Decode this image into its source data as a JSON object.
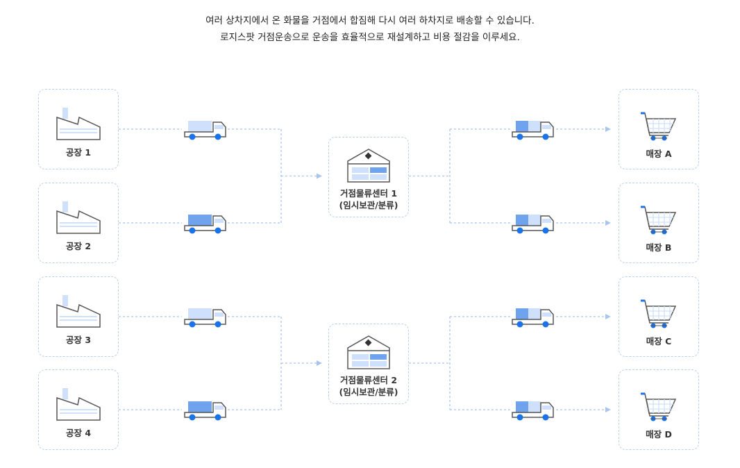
{
  "intro": {
    "line1": "여러 상차지에서 온 화물을 거점에서 합짐해 다시 여러 하차지로 배송할 수 있습니다.",
    "line2": "로지스팟 거점운송으로 운송을 효율적으로 재설계하고 비용 절감을 이루세요."
  },
  "factories": [
    {
      "label": "공장 1",
      "truck": "light"
    },
    {
      "label": "공장 2",
      "truck": "mixed"
    },
    {
      "label": "공장 3",
      "truck": "light"
    },
    {
      "label": "공장 4",
      "truck": "mixed"
    }
  ],
  "hubs": [
    {
      "label": "거점물류센터 1",
      "sub": "(임시보관/분류)"
    },
    {
      "label": "거점물류센터 2",
      "sub": "(임시보관/분류)"
    }
  ],
  "stores": [
    {
      "label": "매장 A"
    },
    {
      "label": "매장 B"
    },
    {
      "label": "매장 C"
    },
    {
      "label": "매장 D"
    }
  ],
  "colors": {
    "line": "#a9c4ee",
    "accent": "#1a73e8",
    "light": "#cfe0fc",
    "mid": "#6fa3ee",
    "outline": "#555"
  }
}
